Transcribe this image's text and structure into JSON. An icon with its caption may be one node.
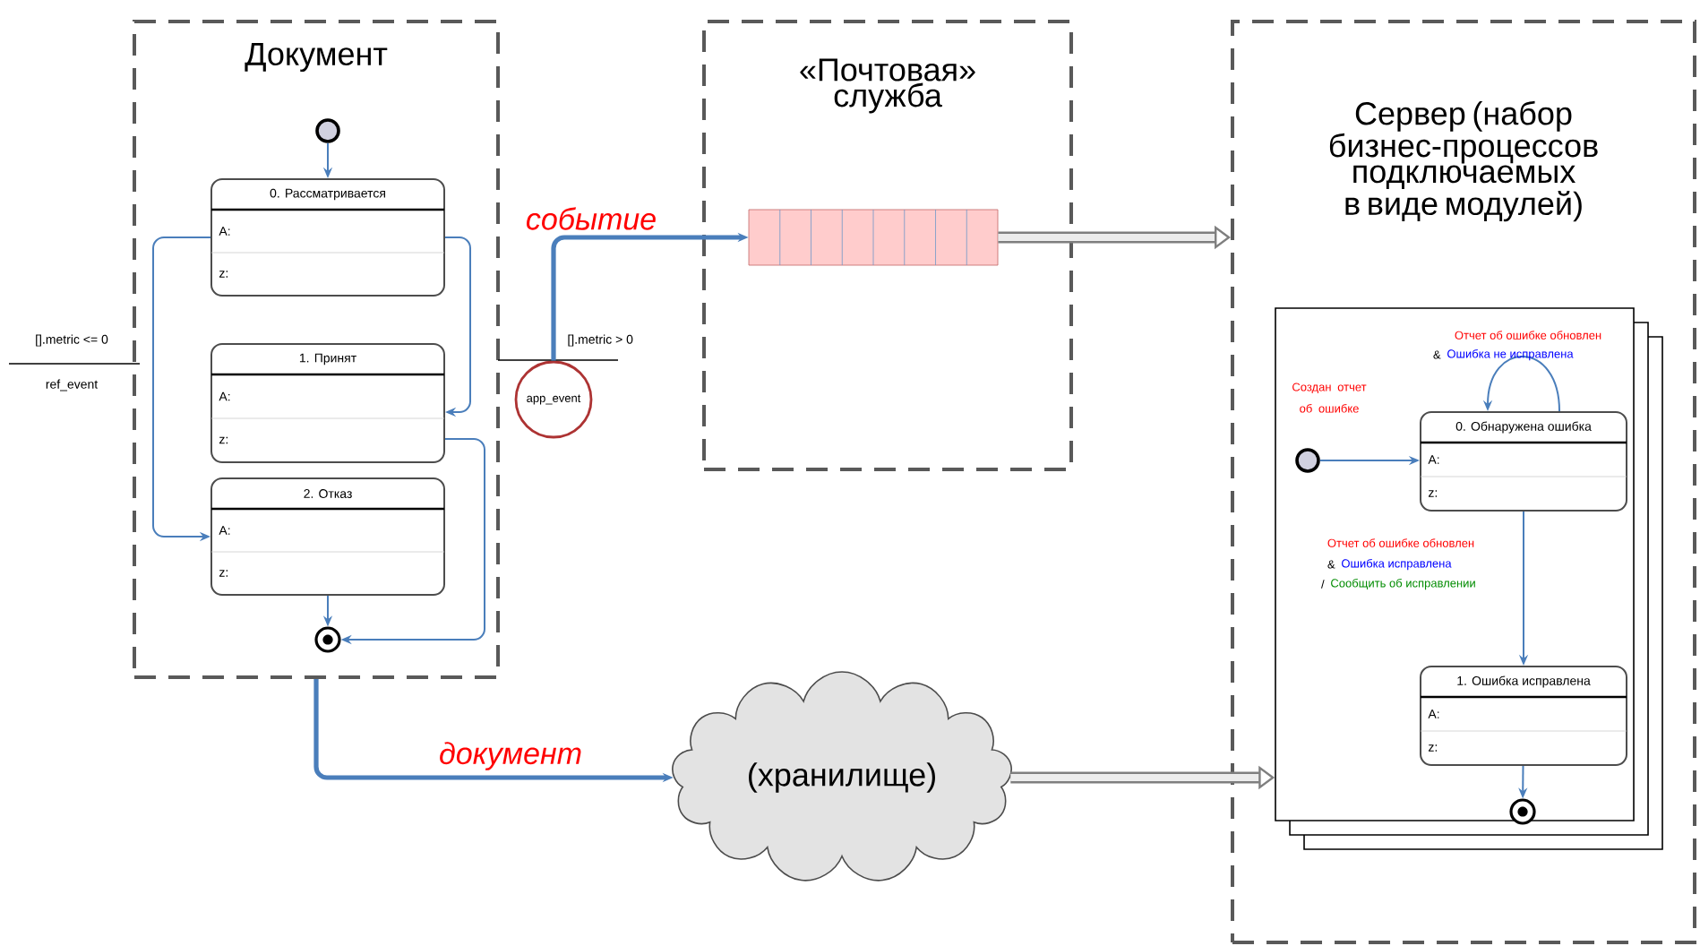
{
  "diagram": {
    "nodes": [
      {
        "text": [
          "Документ"
        ]
      },
      {
        "text": [],
        "shape": "circle",
        "in": 0
      },
      {
        "text": [
          "0. Рассматривается",
          "A:",
          "z:"
        ],
        "in": 0
      },
      {
        "text": [
          "1. Принят",
          "A:",
          "z:"
        ],
        "in": 0
      },
      {
        "text": [
          "2. Отказ",
          "A:",
          "z:"
        ],
        "in": 0
      },
      {
        "text": [],
        "shape": "circle",
        "in": 0
      },
      {
        "text": [
          "«Почтовая» служба"
        ]
      },
      {
        "text": [],
        "shape": "box",
        "in": 6
      },
      {
        "text": [
          "Сервер (набор бизнес-процессов подключаемых в виде модулей)"
        ]
      },
      {
        "text": [],
        "shape": "box",
        "in": 8
      },
      {
        "text": [],
        "shape": "circle",
        "in": 9
      },
      {
        "text": [
          "0. Обнаружена ошибка",
          "A:",
          "z:"
        ],
        "in": 9
      },
      {
        "text": [
          "1. Ошибка исправлена",
          "A:",
          "z:"
        ],
        "in": 9
      },
      {
        "text": [],
        "shape": "circle",
        "in": 9
      },
      {
        "text": [
          "(хранилище)"
        ]
      },
      {
        "text": [
          "app_event"
        ]
      }
    ],
    "edges": [
      {
        "from": 1,
        "to": 2,
        "arrow": "to"
      },
      {
        "from": 2,
        "to": 3,
        "arrow": "to"
      },
      {
        "from": 2,
        "to": 4,
        "arrow": "to"
      },
      {
        "from": 3,
        "to": 5,
        "arrow": "to"
      },
      {
        "from": 4,
        "to": 5,
        "arrow": "to"
      },
      {
        "from": 15,
        "to": 7,
        "arrow": "to",
        "label": "событие",
        "style": "thick"
      },
      {
        "from": 7,
        "to": 8,
        "arrow": "to",
        "style": "thick",
        "color": "#7f7f7f"
      },
      {
        "from": 0,
        "to": 14,
        "arrow": "to",
        "label": "документ",
        "style": "thick"
      },
      {
        "from": 14,
        "to": 9,
        "arrow": "to",
        "style": "thick",
        "color": "#7f7f7f"
      },
      {
        "from": 10,
        "to": 11,
        "arrow": "to"
      },
      {
        "from": 11,
        "to": 11,
        "arrow": "to"
      },
      {
        "from": 11,
        "to": 12,
        "arrow": "to"
      },
      {
        "from": 12,
        "to": 13,
        "arrow": "to"
      }
    ],
    "labels": [
      "[].metric <= 0",
      "ref_event",
      "[].metric > 0",
      "Создан отчет об ошибке",
      "Отчет об ошибке обновлен",
      "&",
      "Ошибка не исправлена",
      "Отчет об ошибке обновлен",
      "&",
      "Ошибка исправлена",
      "/",
      "Сообщить об исправлении"
    ]
  }
}
